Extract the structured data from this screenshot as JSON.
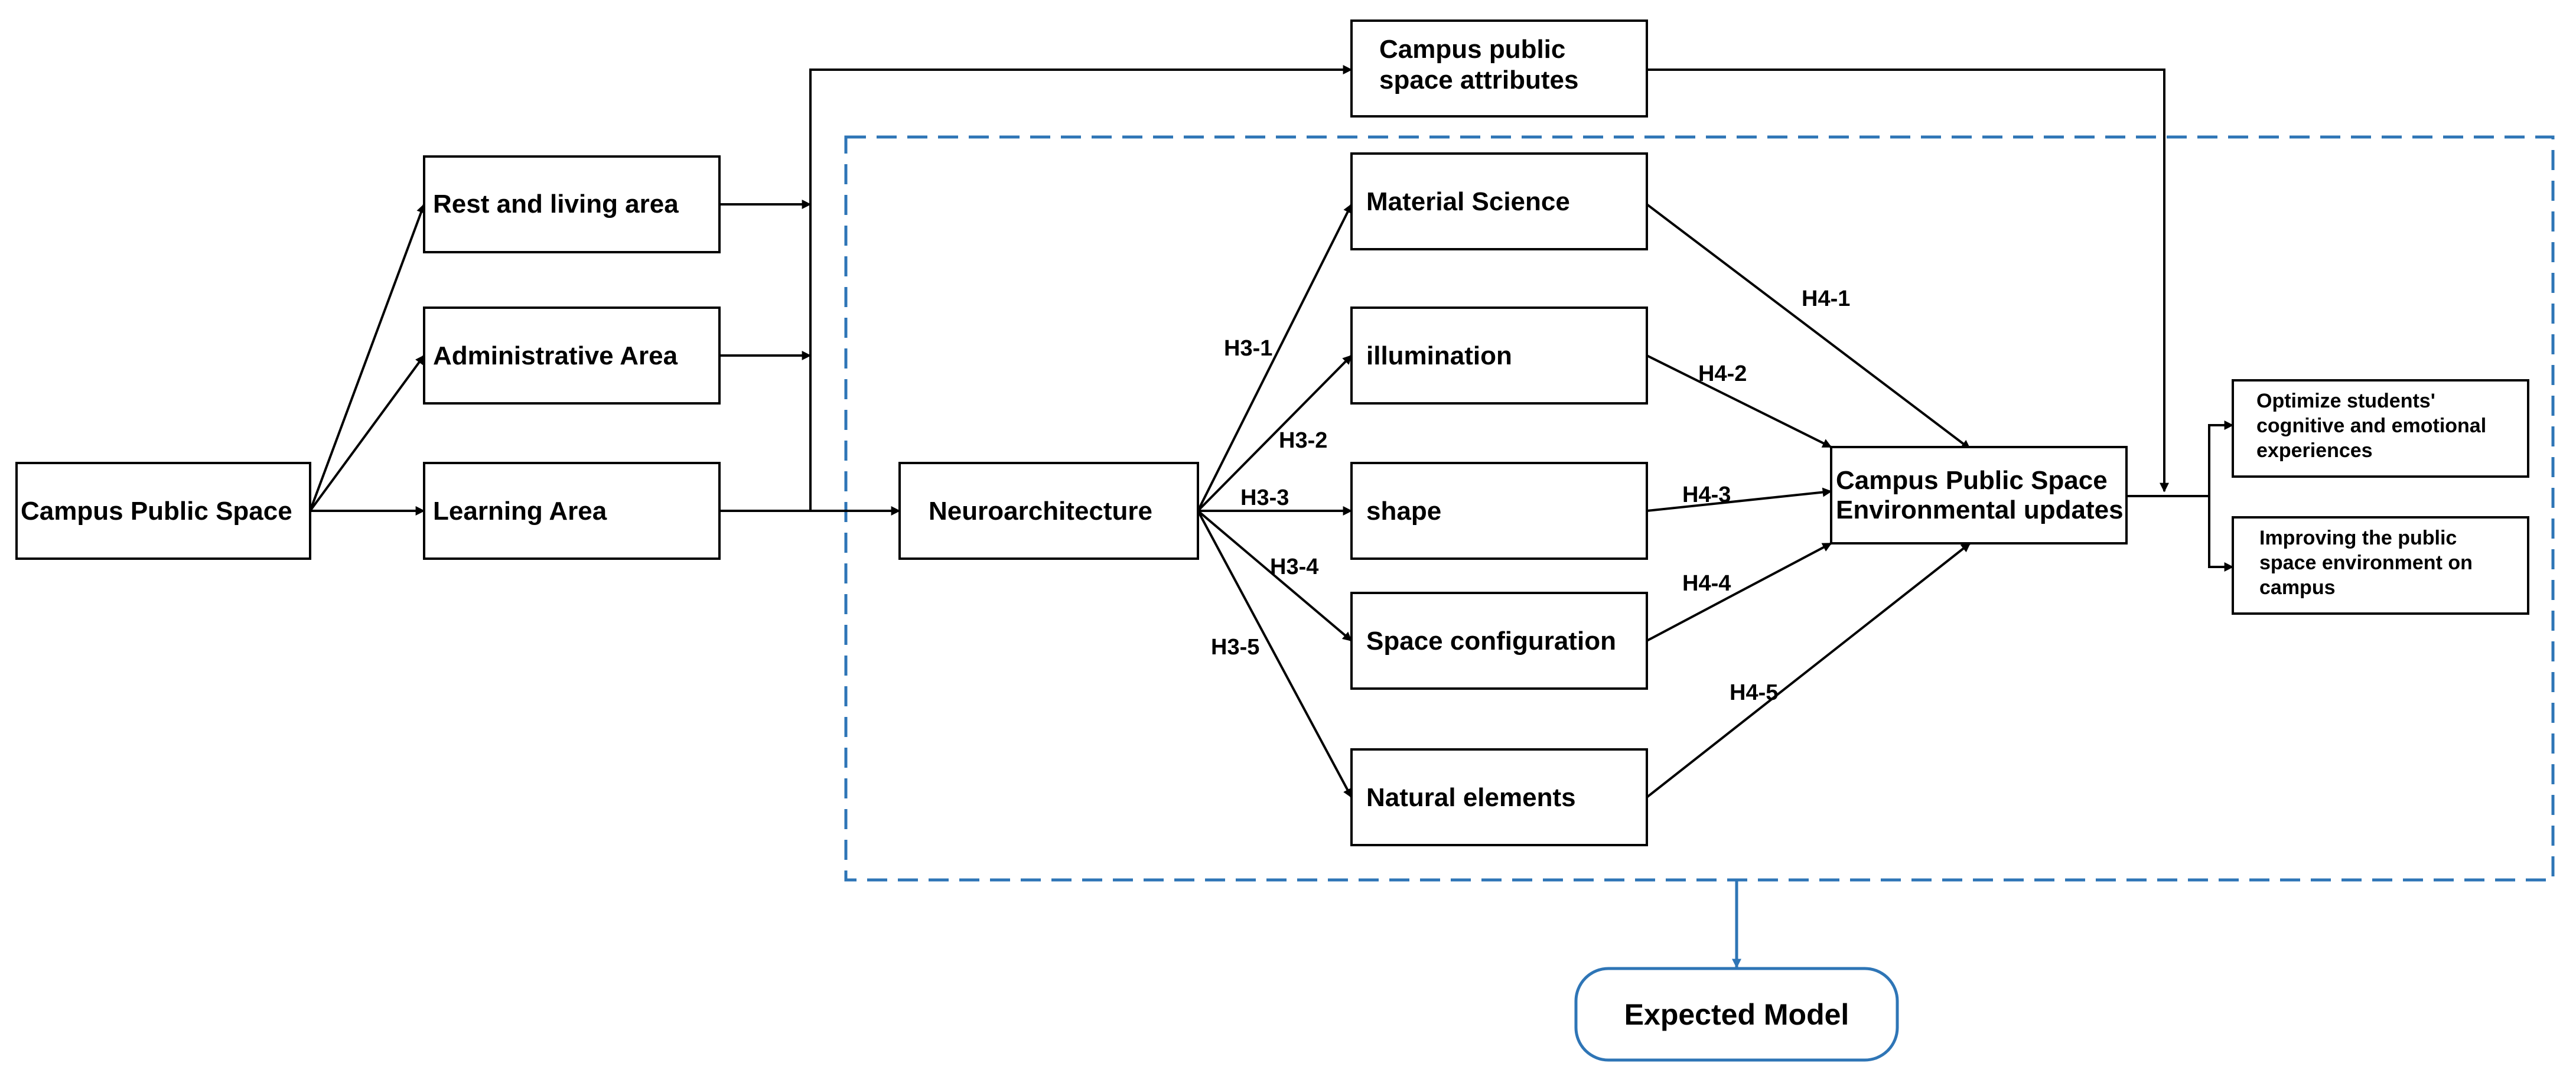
{
  "diagram": {
    "nodes": {
      "campus_public_space": "Campus Public Space",
      "rest_living_area": "Rest and living area",
      "administrative_area": "Administrative Area",
      "learning_area": "Learning Area",
      "campus_attributes": [
        "Campus public",
        "space attributes"
      ],
      "neuroarchitecture": "Neuroarchitecture",
      "material_science": "Material Science",
      "illumination": "illumination",
      "shape": "shape",
      "space_configuration": "Space configuration",
      "natural_elements": "Natural elements",
      "environmental_updates": [
        "Campus Public Space",
        "Environmental updates"
      ],
      "optimize_students": [
        "Optimize students'",
        "cognitive and emotional",
        "experiences"
      ],
      "improving_environment": [
        "Improving the public",
        "space environment on",
        "campus"
      ],
      "expected_model": "Expected Model"
    },
    "hypotheses": {
      "h3_1": "H3-1",
      "h3_2": "H3-2",
      "h3_3": "H3-3",
      "h3_4": "H3-4",
      "h3_5": "H3-5",
      "h4_1": "H4-1",
      "h4_2": "H4-2",
      "h4_3": "H4-3",
      "h4_4": "H4-4",
      "h4_5": "H4-5"
    },
    "colors": {
      "stroke": "#000000",
      "dashed_frame": "#2e75b6",
      "down_arrow": "#2e75b6",
      "expected_model_border": "#2e75b6"
    }
  }
}
